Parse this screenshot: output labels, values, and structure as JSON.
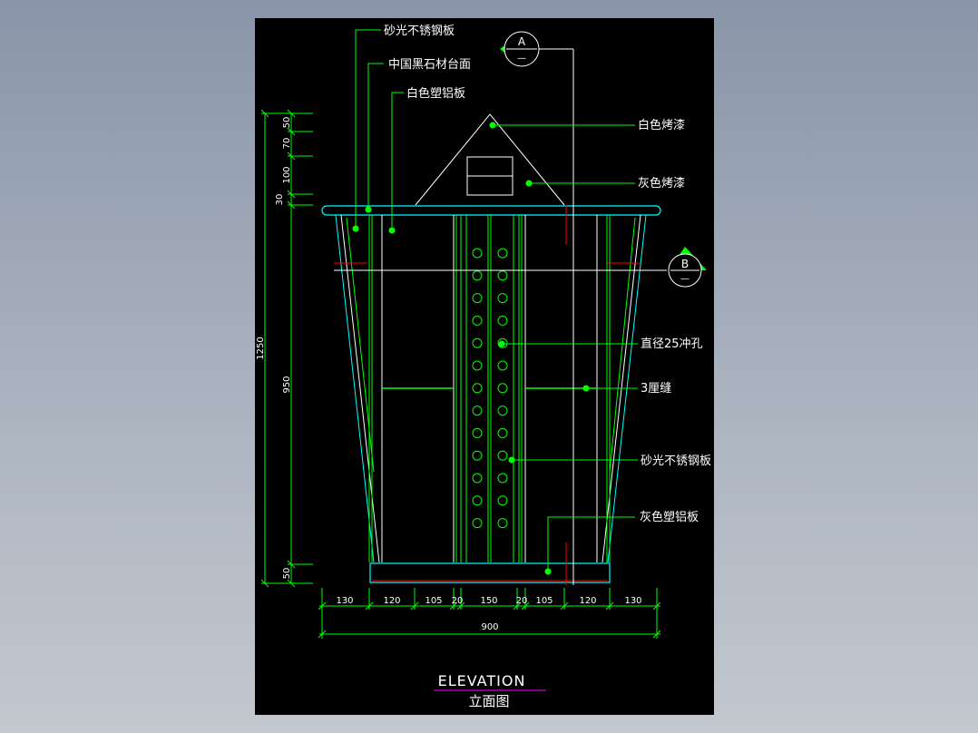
{
  "drawing": {
    "title_en": "ELEVATION",
    "title_cn": "立面图",
    "labels": {
      "top_steel": "砂光不锈钢板",
      "black_stone": "中国黑石材台面",
      "white_alu": "白色塑铝板",
      "white_paint": "白色烤漆",
      "grey_paint": "灰色烤漆",
      "holes": "直径25冲孔",
      "gap": "3厘缝",
      "steel_side": "砂光不锈钢板",
      "grey_alu": "灰色塑铝板"
    },
    "section_a": "A",
    "section_b": "B",
    "section_dash": "—",
    "dims_v": {
      "d50a": "50",
      "d70": "70",
      "d100": "100",
      "d30": "30",
      "d950": "950",
      "d50b": "50",
      "d1250": "1250"
    },
    "dims_h": {
      "d130a": "130",
      "d120a": "120",
      "d105a": "105",
      "d20a": "20",
      "d150": "150",
      "d20b": "20",
      "d105b": "105",
      "d120b": "120",
      "d130b": "130",
      "d900": "900"
    }
  },
  "colors": {
    "screen": "#000000",
    "line_green": "#00ff00",
    "line_cyan": "#00ffff",
    "line_white": "#ffffff",
    "line_red": "#ff0000",
    "accent_magenta": "#ff00ff"
  }
}
